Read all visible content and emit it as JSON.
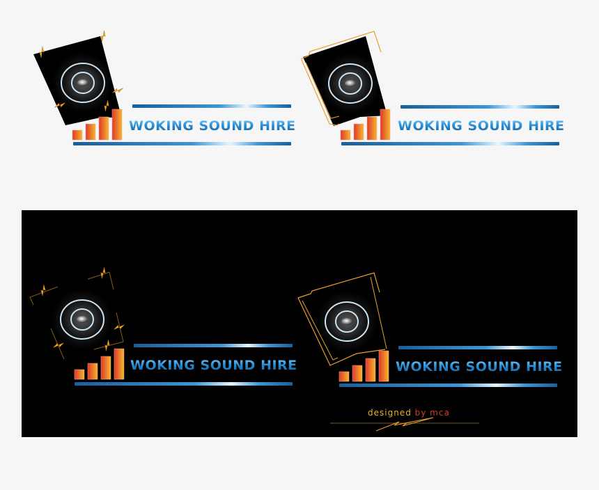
{
  "background_color": "#f6f6f6",
  "dark_panel_color": "#000000",
  "brand": {
    "name": "WOKING SOUND HIRE",
    "text_color": "#2a8fd6",
    "rule_color": "#1f6fae",
    "bar_colors": [
      "#e0392b",
      "#f2b42a"
    ],
    "accent_orange": "#e7a12c"
  },
  "logos": [
    {
      "id": "light-lightning-variant",
      "background": "light",
      "text": "WOKING SOUND HIRE"
    },
    {
      "id": "light-frame-variant",
      "background": "light",
      "text": "WOKING SOUND HIRE"
    },
    {
      "id": "dark-lightning-variant",
      "background": "dark",
      "text": "WOKING SOUND HIRE"
    },
    {
      "id": "dark-frame-variant",
      "background": "dark",
      "text": "WOKING SOUND HIRE"
    }
  ],
  "credit": {
    "part1": "designed ",
    "part2": "by mca"
  }
}
